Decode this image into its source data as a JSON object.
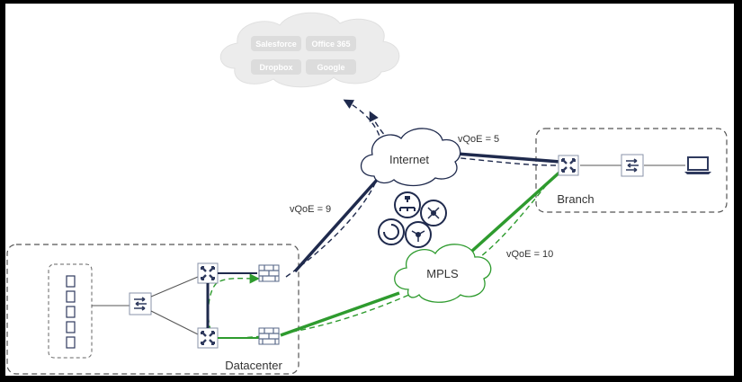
{
  "saas_apps": [
    "Salesforce",
    "Office 365",
    "Dropbox",
    "Google"
  ],
  "clouds": {
    "internet": "Internet",
    "mpls": "MPLS"
  },
  "sites": {
    "branch": "Branch",
    "datacenter": "Datacenter"
  },
  "vqoe": {
    "internet_branch": "vQoE = 5",
    "internet_datacenter": "vQoE = 9",
    "mpls_branch": "vQoE = 10"
  },
  "colors": {
    "internet_link": "#1f2a4d",
    "mpls_link": "#2e9b2e",
    "device": "#2f3a5e",
    "firewall": "#5a6a8a"
  },
  "icons": [
    "router-icon",
    "switch-icon",
    "firewall-icon",
    "server-rack-icon",
    "laptop-icon",
    "network-topology-icon"
  ]
}
